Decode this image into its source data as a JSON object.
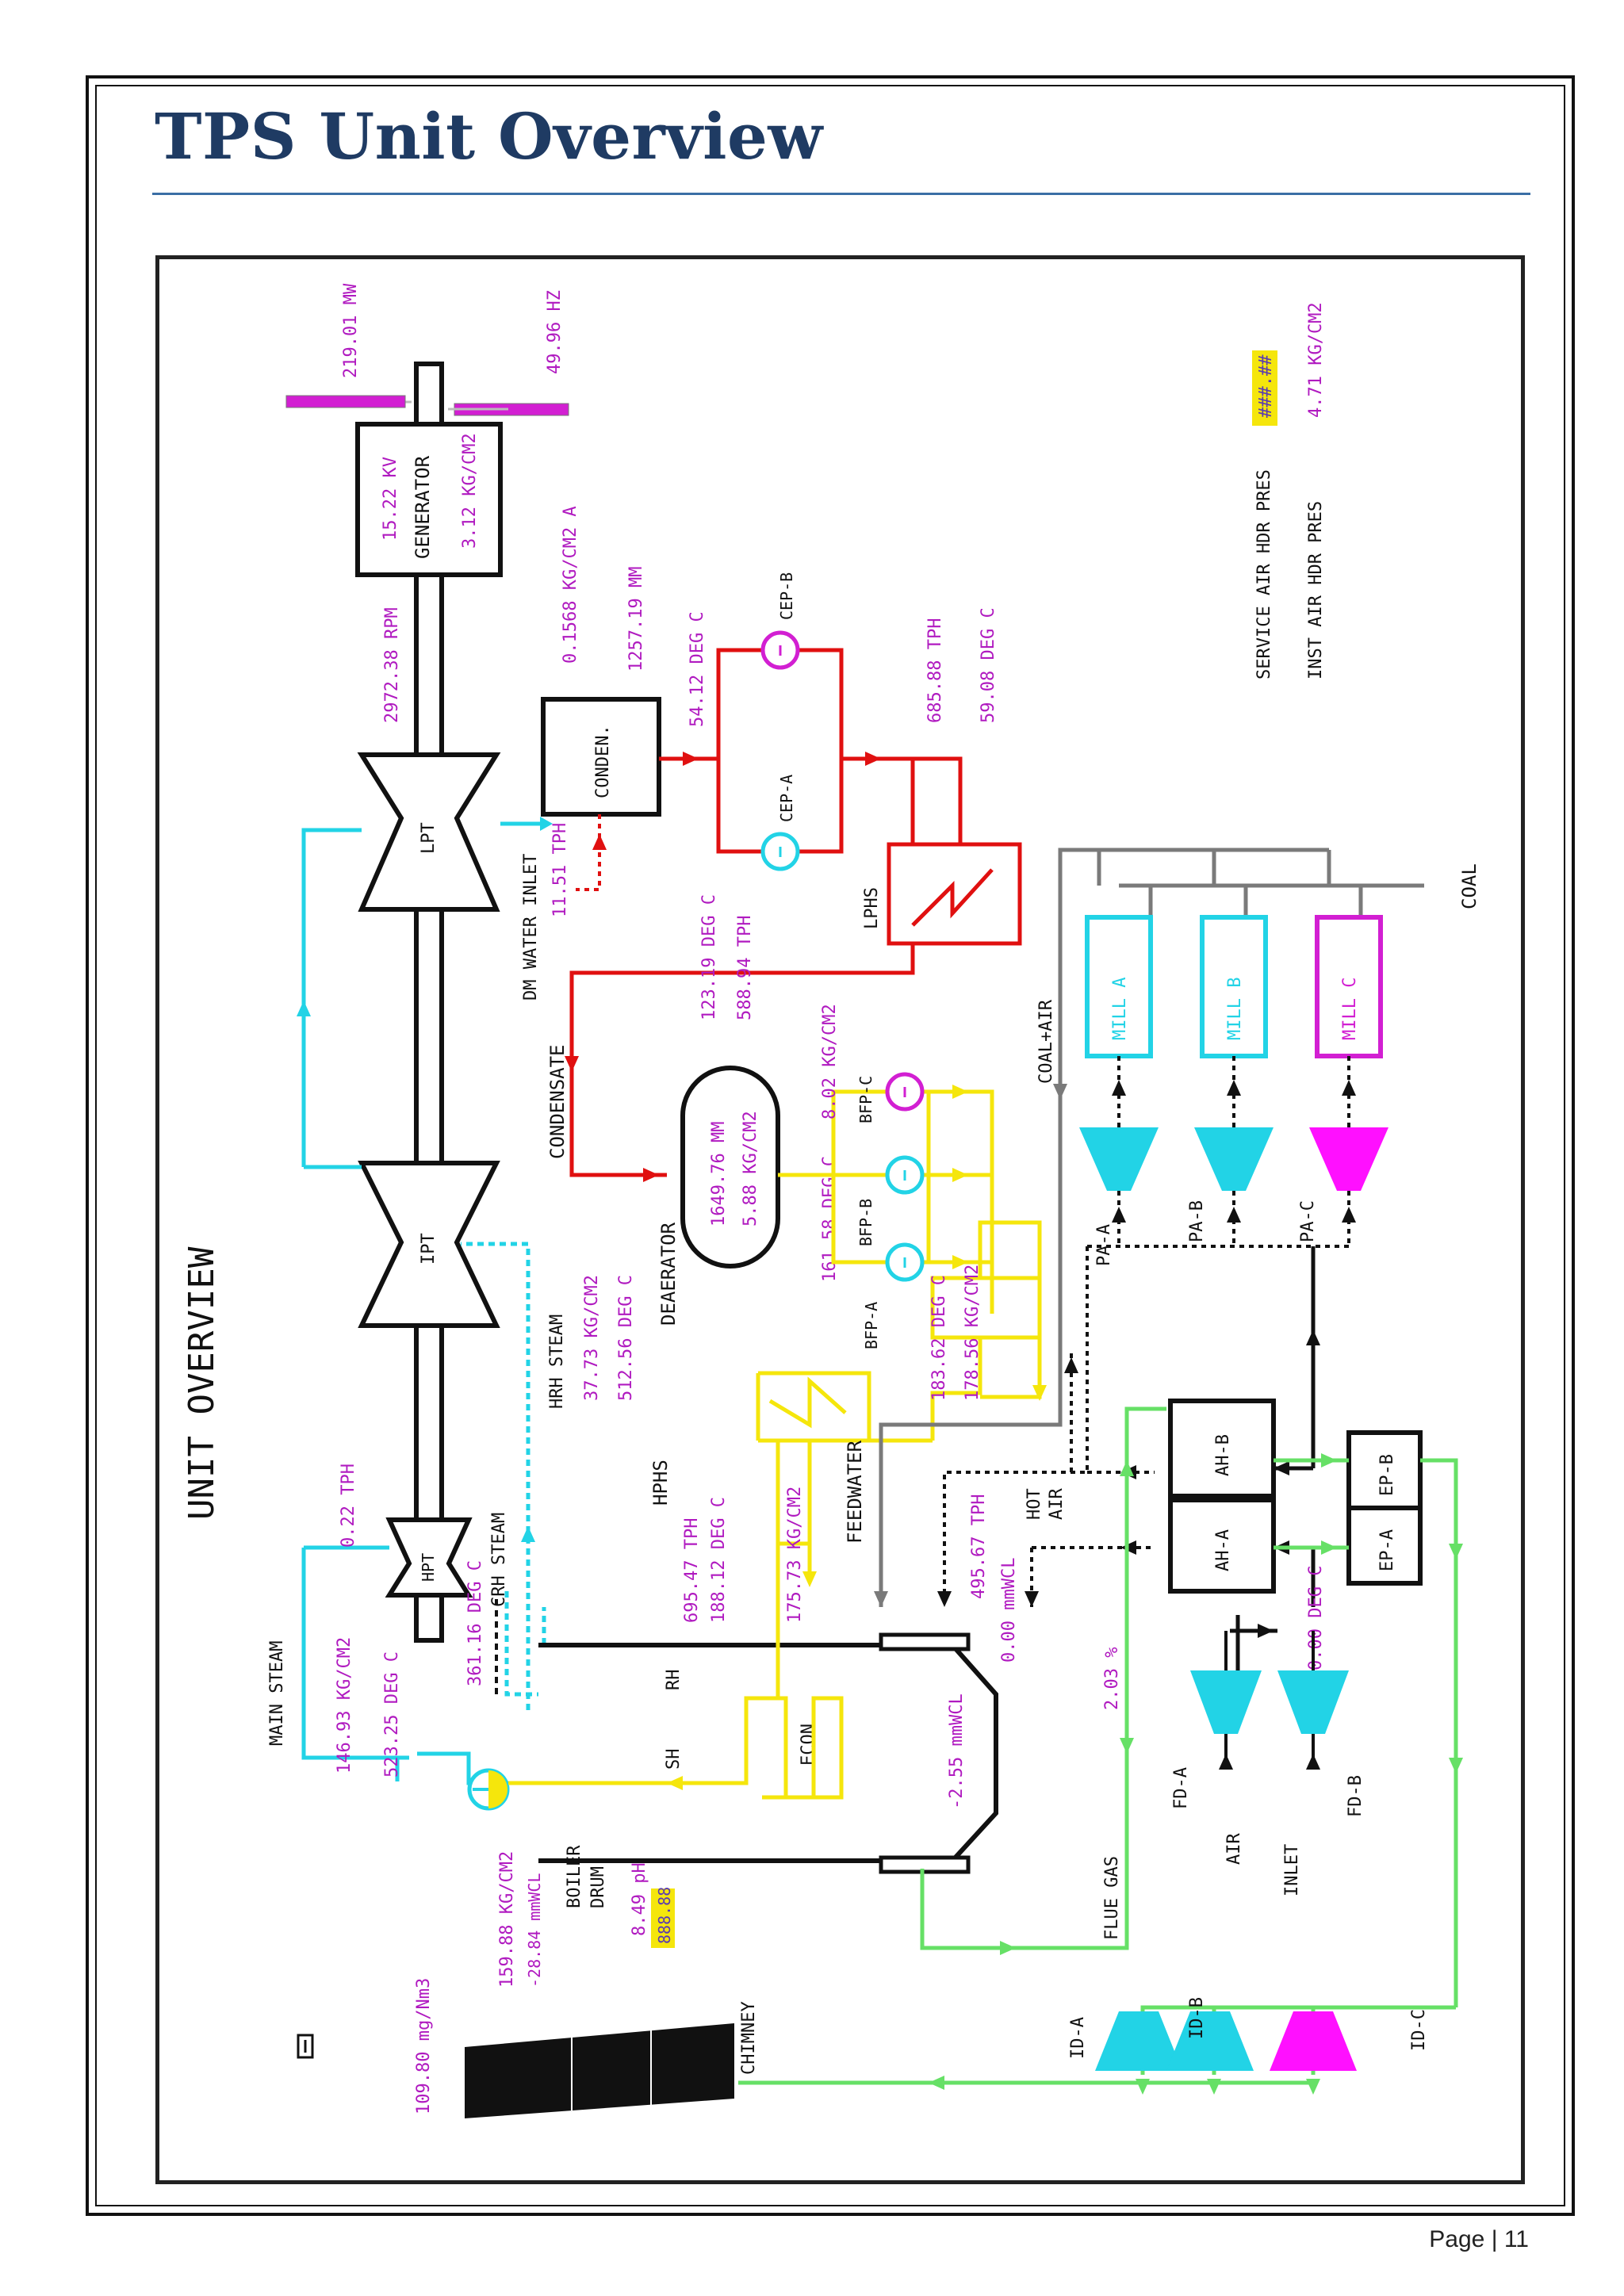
{
  "page": {
    "title": "TPS Unit Overview",
    "footer_label": "Page",
    "footer_sep": "|",
    "page_number": "11"
  },
  "diagram": {
    "heading": "UNIT OVERVIEW",
    "generator": {
      "label": "GENERATOR",
      "kv": "15.22 KV",
      "pressure": "3.12 KG/CM2",
      "mw": "219.01 MW",
      "hz": "49.96 HZ",
      "rpm": "2972.38 RPM"
    },
    "turbines": {
      "lpt": "LPT",
      "ipt": "IPT",
      "hpt": "HPT"
    },
    "condenser": {
      "label": "CONDEN.",
      "vacuum": "0.1568 KG/CM2 A",
      "level": "1257.19 MM",
      "temp": "54.12 DEG C"
    },
    "cep": {
      "a": "CEP-A",
      "b": "CEP-B",
      "flow": "685.88 TPH",
      "temp": "59.08 DEG C"
    },
    "dm_water": {
      "label": "DM WATER INLET",
      "flow": "11.51 TPH"
    },
    "lphs": {
      "label": "LPHS",
      "temp": "123.19 DEG C",
      "flow": "588.94 TPH"
    },
    "condensate": "CONDENSATE",
    "deaerator": {
      "label": "DEAERATOR",
      "level": "1649.76 MM",
      "pressure": "5.88 KG/CM2",
      "temp": "161.58 DEG C"
    },
    "bfp": {
      "a": "BFP-A",
      "b": "BFP-B",
      "c": "BFP-C",
      "pressure": "8.02 KG/CM2",
      "temp": "183.62 DEG C",
      "disch": "178.56 KG/CM2"
    },
    "hrh": {
      "label": "HRH STEAM",
      "pressure": "37.73 KG/CM2",
      "temp": "512.56 DEG C"
    },
    "crh": {
      "label": "CRH STEAM",
      "temp": "361.16 DEG C"
    },
    "main_steam": {
      "label": "MAIN STEAM",
      "flow": "0.22 TPH",
      "pressure": "146.93 KG/CM2",
      "temp": "523.25 DEG C"
    },
    "hphs": {
      "label": "HPHS",
      "flow": "695.47 TPH",
      "temp": "188.12 DEG C",
      "pressure": "175.73 KG/CM2"
    },
    "feedwater": "FEEDWATER",
    "boiler": {
      "rh": "RH",
      "sh": "SH",
      "econ": "ECON",
      "draft": "-2.55 mmWCL",
      "draft2": "0.00 mmWCL",
      "flow": "495.67 TPH"
    },
    "drum": {
      "label1": "BOILER",
      "label2": "DRUM",
      "pressure": "159.88 KG/CM2",
      "level": "-28.84 mmWCL",
      "ph": "8.49 pH",
      "ph_box": "888.88"
    },
    "hot_air": {
      "l1": "HOT",
      "l2": "AIR"
    },
    "coal_air": "COAL+AIR",
    "coal": "COAL",
    "mills": {
      "a": "MILL A",
      "b": "MILL B",
      "c": "MILL C"
    },
    "pa": {
      "a": "PA-A",
      "b": "PA-B",
      "c": "PA-C"
    },
    "ah": {
      "a": "AH-A",
      "b": "AH-B"
    },
    "ep": {
      "a": "EP-A",
      "b": "EP-B"
    },
    "ah_temp": "0.00 DEG C",
    "fd": {
      "a": "FD-A",
      "b": "FD-B",
      "air": "AIR",
      "inlet": "INLET"
    },
    "flue_gas": {
      "label": "FLUE GAS",
      "o2": "2.03 %"
    },
    "id": {
      "a": "ID-A",
      "b": "ID-B",
      "c": "ID-C"
    },
    "chimney": {
      "label": "CHIMNEY",
      "emission": "109.80 mg/Nm3"
    },
    "service_air": {
      "label": "SERVICE AIR HDR PRES",
      "value": "###.##"
    },
    "inst_air": {
      "label": "INST AIR HDR PRES",
      "value": "4.71 KG/CM2"
    },
    "colors": {
      "cyan": "#22d3e6",
      "red": "#e01010",
      "yellow": "#f5e60c",
      "green": "#66e066",
      "magenta": "#ff10ff",
      "label": "#b01ac0",
      "gray": "#7a7a7a"
    }
  }
}
